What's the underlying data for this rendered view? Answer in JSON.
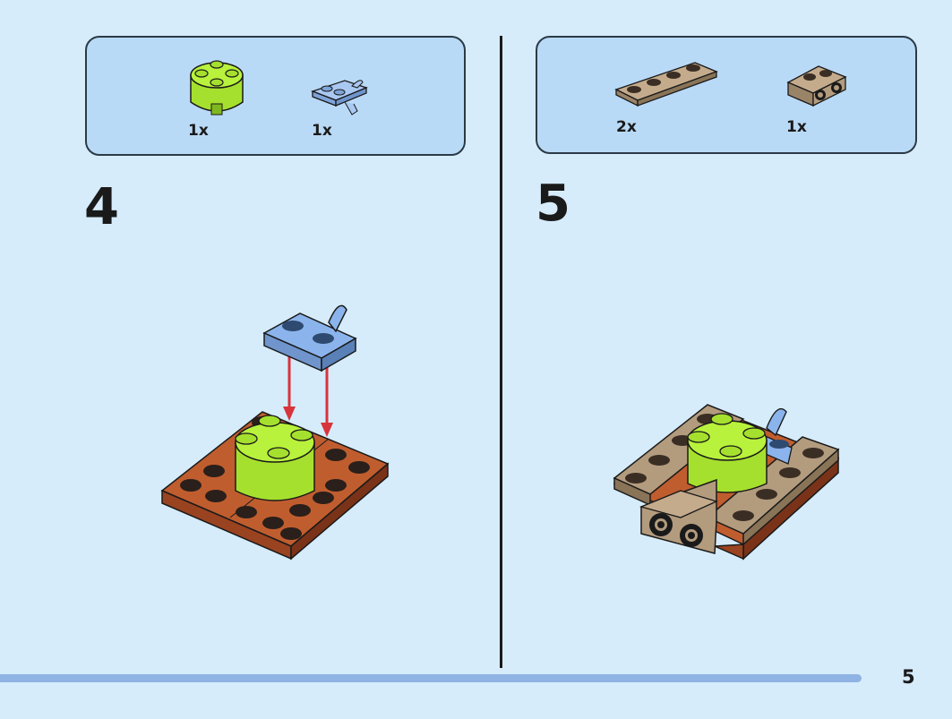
{
  "steps": [
    {
      "number": "4",
      "parts": [
        {
          "icon": "lime-round-brick-icon",
          "quantity": "1x",
          "color": "#b8f23c"
        },
        {
          "icon": "blue-clip-plate-icon",
          "quantity": "1x",
          "color": "#8bb4ec"
        }
      ]
    },
    {
      "number": "5",
      "parts": [
        {
          "icon": "tan-1x4-plate-icon",
          "quantity": "2x",
          "color": "#b39b7e"
        },
        {
          "icon": "tan-bracket-icon",
          "quantity": "1x",
          "color": "#b39b7e"
        }
      ]
    }
  ],
  "page": {
    "number": "5"
  },
  "colors": {
    "background": "#d6ecfb",
    "parts_box": "#b9daf6",
    "progress": "#8fb3e3",
    "arrow": "#d8343c",
    "brown_plate": "#b5542a",
    "lime": "#b8f23c",
    "blue": "#8bb4ec",
    "tan": "#b39b7e"
  }
}
